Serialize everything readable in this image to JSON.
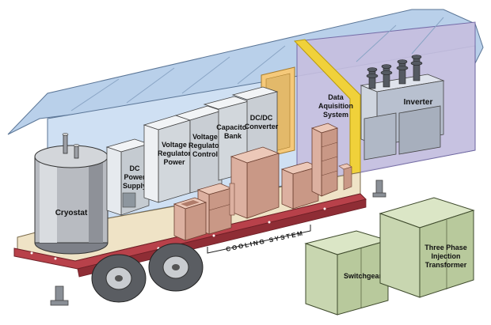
{
  "labels": {
    "cryostat": "Cryostat",
    "dc_power_supply": [
      "DC",
      "Power",
      "Supply"
    ],
    "vr_power": [
      "Voltage",
      "Regulator",
      "Power"
    ],
    "vr_control": [
      "Voltage",
      "Regulator",
      "Control"
    ],
    "capacitor_bank": [
      "Capacitor",
      "Bank"
    ],
    "dcdc_converter": [
      "DC/DC",
      "Converter"
    ],
    "data_acq": [
      "Data",
      "Aquisition",
      "System"
    ],
    "inverter": "Inverter",
    "cooling_system": "COOLING SYSTEM",
    "switchgear": "Switchgear",
    "transformer": [
      "Three Phase",
      "Injection",
      "Transformer"
    ]
  },
  "colors": {
    "trailer_glass": "#c9ddf2",
    "trailer_roof": "#b9d0ea",
    "floor": "#efe3c6",
    "frame_red": "#b8414a",
    "cabinet": "#e6eaee",
    "box_tan": "#d9b0a0",
    "inverter_zone": "#c7bfe0",
    "green_box": "#c8d6b0",
    "yellow_wall": "#f0d13a"
  }
}
